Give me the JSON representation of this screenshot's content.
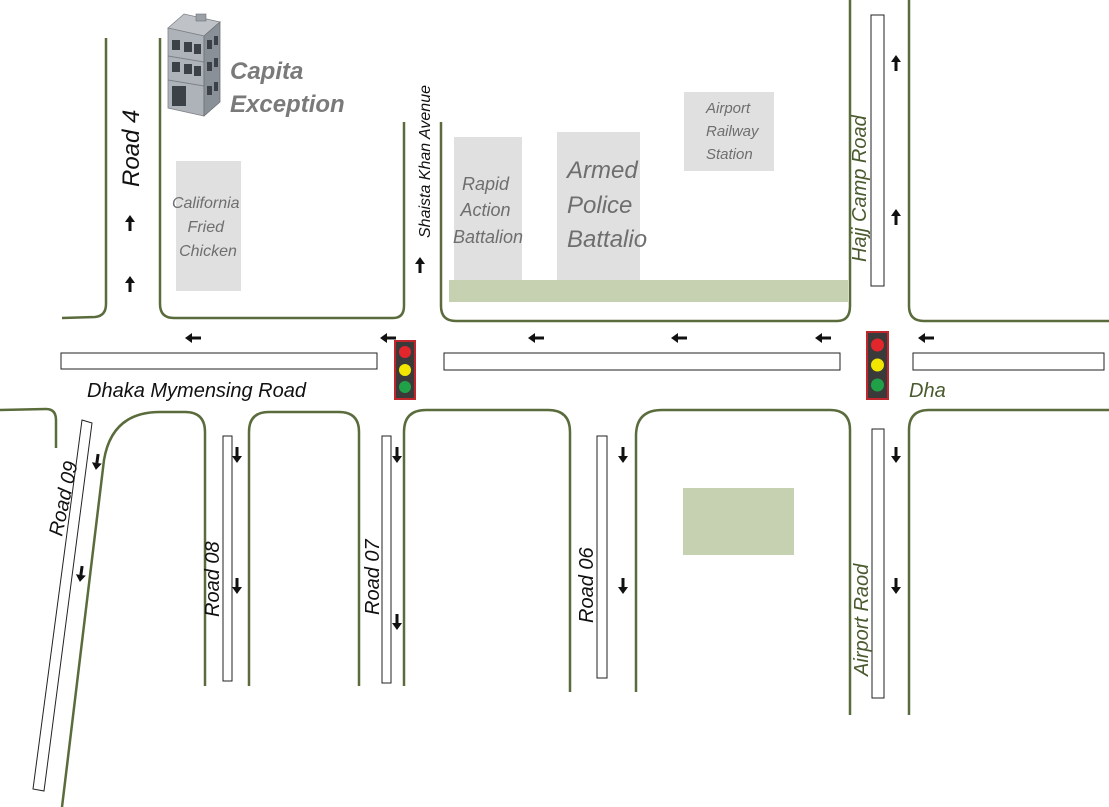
{
  "roads": {
    "main": "Dhaka Mymensing Road",
    "main_east": "Dha",
    "road4": "Road 4",
    "shaista": "Shaista Khan Avenue",
    "hajj": "Hajj Camp Road",
    "airport_road": "Airport Raod",
    "road09": "Road 09",
    "road08": "Road 08",
    "road07": "Road 07",
    "road06": "Road 06"
  },
  "places": {
    "capita": [
      "Capita",
      "Exception"
    ],
    "cfc": [
      "California",
      "Fried",
      "Chicken"
    ],
    "rab": [
      "Rapid",
      "Action",
      "Battalion"
    ],
    "apb": [
      "Armed",
      "Police",
      "Battalio"
    ],
    "station": [
      "Airport",
      "Railway",
      "Station"
    ]
  },
  "icons": {
    "building": "building-icon",
    "traffic_light": "traffic-light-icon",
    "arrow_up": "arrow-up-icon",
    "arrow_down": "arrow-down-icon",
    "arrow_left": "arrow-left-icon"
  },
  "colors": {
    "road_edge": "#5a6b3c",
    "block": "#e0e0e0",
    "green_area": "#c5d1b0",
    "signal_red": "#e3262b",
    "signal_yellow": "#f2e600",
    "signal_green": "#21a147",
    "signal_frame": "#c0272d",
    "label_green": "#4a5a2e"
  }
}
